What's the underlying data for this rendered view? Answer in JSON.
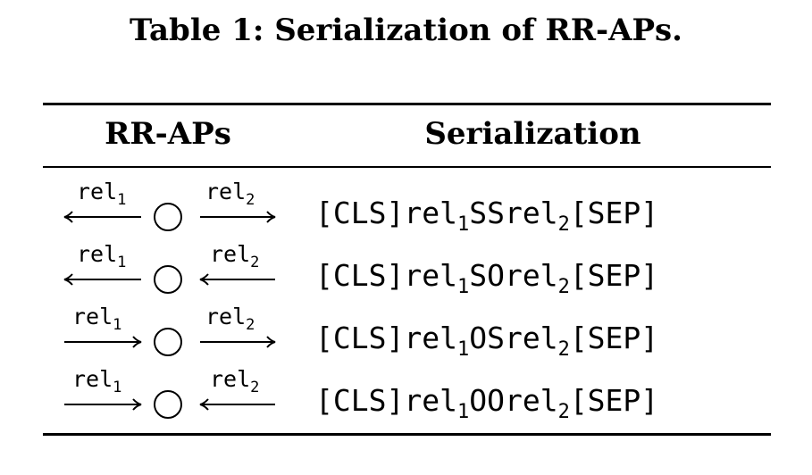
{
  "caption": "Table 1: Serialization of RR-APs.",
  "table": {
    "headers": [
      "RR-APs",
      "Serialization"
    ],
    "rows": [
      {
        "rel1_label": "rel",
        "rel1_sub": "1",
        "rel1_dir": "left",
        "rel2_label": "rel",
        "rel2_sub": "2",
        "rel2_dir": "right",
        "cls": "[CLS]",
        "rel1": "rel",
        "rel1_index": "1",
        "code": "SS",
        "rel2": "rel",
        "rel2_index": "2",
        "sep": "[SEP]"
      },
      {
        "rel1_label": "rel",
        "rel1_sub": "1",
        "rel1_dir": "left",
        "rel2_label": "rel",
        "rel2_sub": "2",
        "rel2_dir": "left",
        "cls": "[CLS]",
        "rel1": "rel",
        "rel1_index": "1",
        "code": "SO",
        "rel2": "rel",
        "rel2_index": "2",
        "sep": "[SEP]"
      },
      {
        "rel1_label": "rel",
        "rel1_sub": "1",
        "rel1_dir": "right",
        "rel2_label": "rel",
        "rel2_sub": "2",
        "rel2_dir": "right",
        "cls": "[CLS]",
        "rel1": "rel",
        "rel1_index": "1",
        "code": "OS",
        "rel2": "rel",
        "rel2_index": "2",
        "sep": "[SEP]"
      },
      {
        "rel1_label": "rel",
        "rel1_sub": "1",
        "rel1_dir": "right",
        "rel2_label": "rel",
        "rel2_sub": "2",
        "rel2_dir": "left",
        "cls": "[CLS]",
        "rel1": "rel",
        "rel1_index": "1",
        "code": "OO",
        "rel2": "rel",
        "rel2_index": "2",
        "sep": "[SEP]"
      }
    ]
  }
}
